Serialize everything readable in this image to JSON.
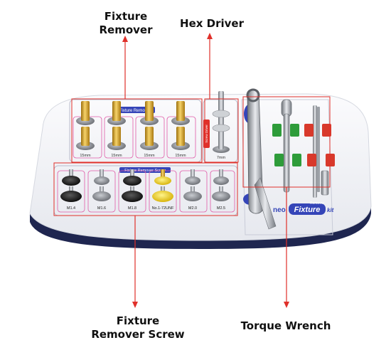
{
  "labels": {
    "fixture_remover": "Fixture Remover",
    "hex_driver": "Hex Driver",
    "fixture_remover_screw": "Fixture Remover Screw",
    "torque_wrench": "Torque Wrench"
  },
  "kit": {
    "brand_prefix": "neo",
    "brand_name": "Fixture",
    "brand_suffix": "kit",
    "brand_tag": "Remover"
  },
  "panels": {
    "fixture_remover_title": "Fixture Remover",
    "fixture_remover_screw_title": "Fixture Remover Screw",
    "hex_driver_title": "Screw Driver",
    "hex_driver_size": "7mm"
  },
  "remover_sizes": [
    "15mm",
    "15mm",
    "15mm",
    "15mm"
  ],
  "screw_sizes": [
    "M1.4",
    "M1.6",
    "M1.8",
    "No.1-72UNF",
    "M2.0",
    "M2.5"
  ],
  "colors": {
    "annotation": "#e0302a",
    "tray": "#f4f5f8",
    "tray_base": "#1f2650",
    "gold": "#d9a21b",
    "black_knob": "#1a1a1a",
    "yellow_knob": "#f2d21a",
    "green_block": "#2e9c3a",
    "red_block": "#d8392b",
    "blue_accent": "#3545b8"
  }
}
